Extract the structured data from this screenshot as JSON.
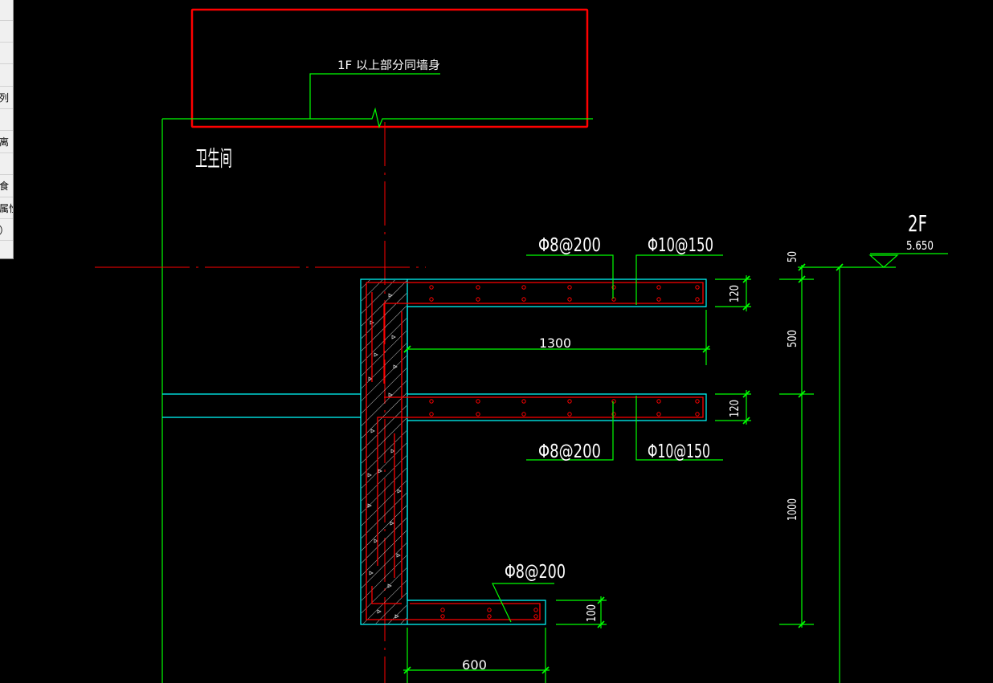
{
  "colors": {
    "canvas_background": "#000000",
    "dimension_green": "#00ff00",
    "outline_cyan": "#00ffff",
    "rebar_red": "#ff0000",
    "text_white": "#ffffff",
    "panel_background": "#f0f0f0"
  },
  "side_panel": {
    "rows": [
      "列",
      "离",
      "食",
      "属性",
      "）"
    ]
  },
  "drawing": {
    "note": "1F 以上部分同墙身",
    "room_label": "卫生间",
    "level": {
      "name": "2F",
      "elevation": "5.650"
    },
    "rebar_callouts": {
      "upper_slab_left": "Φ8@200",
      "upper_slab_right": "Φ10@150",
      "middle_slab_left": "Φ8@200",
      "middle_slab_right": "Φ10@150",
      "lower_slab": "Φ8@200"
    },
    "dimensions": {
      "upper_slab_length": "1300",
      "upper_slab_thickness": "120",
      "middle_slab_thickness": "120",
      "lower_slab_thickness": "100",
      "lower_slab_length": "600",
      "level_offset": "50",
      "upper_spacing": "500",
      "lower_spacing": "1000"
    }
  }
}
